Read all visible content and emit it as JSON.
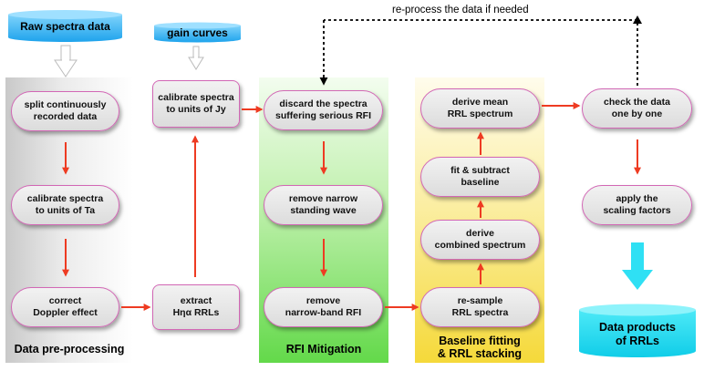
{
  "sources": {
    "raw": "Raw spectra data",
    "gain": "gain curves"
  },
  "panels": {
    "preprocess": "Data pre-processing",
    "rfi": "RFI Mitigation",
    "stacking": "Baseline fitting\n& RRL stacking"
  },
  "nodes": {
    "split": "split continuously\nrecorded data",
    "calibrate_ta": "calibrate spectra\nto units of Ta",
    "doppler": "correct\nDoppler effect",
    "calibrate_jy": "calibrate spectra\nto units of Jy",
    "extract": "extract\nHηα RRLs",
    "discard": "discard the spectra\nsuffering serious RFI",
    "standing": "remove narrow\nstanding wave",
    "narrowband": "remove\nnarrow-band RFI",
    "mean": "derive mean\nRRL spectrum",
    "baseline": "fit & subtract\nbaseline",
    "combined": "derive\ncombined spectrum",
    "resample": "re-sample\nRRL spectra",
    "check": "check the data\none by one",
    "scaling": "apply the\nscaling factors"
  },
  "output": "Data products\nof RRLs",
  "feedback_note": "re-process the data if needed",
  "colors": {
    "arrow": "#ee3b22",
    "node_border": "#d267b5",
    "drum": "#29b6f6",
    "output_drum": "#22ddf2",
    "rfi_panel": "#63d94a",
    "stack_panel": "#f5d93a"
  }
}
